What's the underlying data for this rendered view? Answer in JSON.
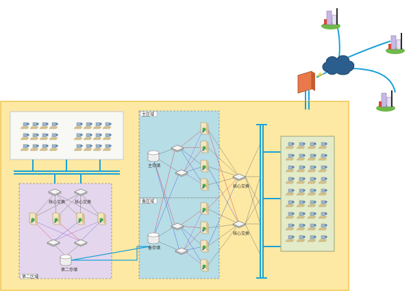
{
  "labels": {
    "main_zone": "主区域",
    "standby_zone": "备区域",
    "second_zone": "第二区域",
    "main_storage": "主存储",
    "standby_storage": "备存储",
    "second_storage": "第二存储",
    "core_switch_1": "核心交换",
    "core_switch_2": "核心交换",
    "left_switch_1": "核心交换",
    "left_switch_2": "核心交换"
  },
  "colors": {
    "campus_fill": "#fde9a3",
    "campus_border": "#f0c44c",
    "teal_zone": "#b7dde6",
    "purple_zone": "#e4d6ec",
    "green_panel": "#e3ebc9",
    "bus": "#19a0d8",
    "firewall": "#e9794a",
    "cloud": "#2b5e8c"
  },
  "icons": {
    "remote_site": "building-icon",
    "internet": "cloud-icon",
    "firewall": "firewall-icon",
    "server": "server-icon",
    "storage": "storage-disk-icon",
    "switch": "switch-icon",
    "workstation": "workstation-icon"
  }
}
